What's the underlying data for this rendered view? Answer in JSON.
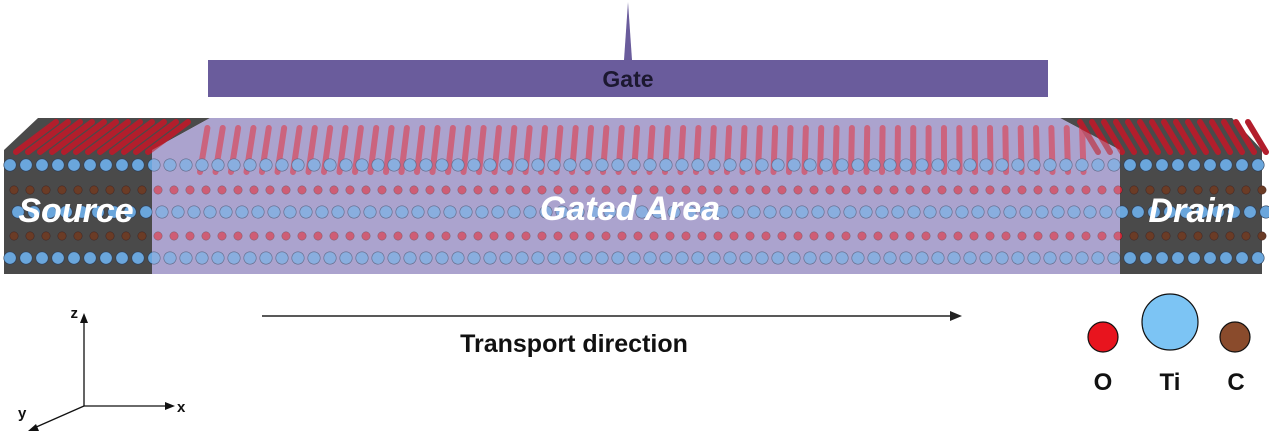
{
  "gate": {
    "label": "Gate",
    "color": "#6a5c9c"
  },
  "regions": {
    "source": "Source",
    "gated": "Gated Area",
    "drain": "Drain"
  },
  "transport": {
    "label": "Transport direction"
  },
  "axes": {
    "z": "z",
    "x": "x",
    "y": "y"
  },
  "legend": [
    {
      "symbol": "O",
      "color": "#e8141e",
      "name": "oxygen-atom"
    },
    {
      "symbol": "Ti",
      "color": "#7cc4f4",
      "name": "titanium-atom"
    },
    {
      "symbol": "C",
      "color": "#8a4b2c",
      "name": "carbon-atom"
    }
  ],
  "colors": {
    "oxygen": "#d42a3a",
    "titanium": "#6aa6dc",
    "carbon": "#6b3c26",
    "contact_shade": "#4a4a4a",
    "channel_overlay": "#b3a9d6"
  }
}
